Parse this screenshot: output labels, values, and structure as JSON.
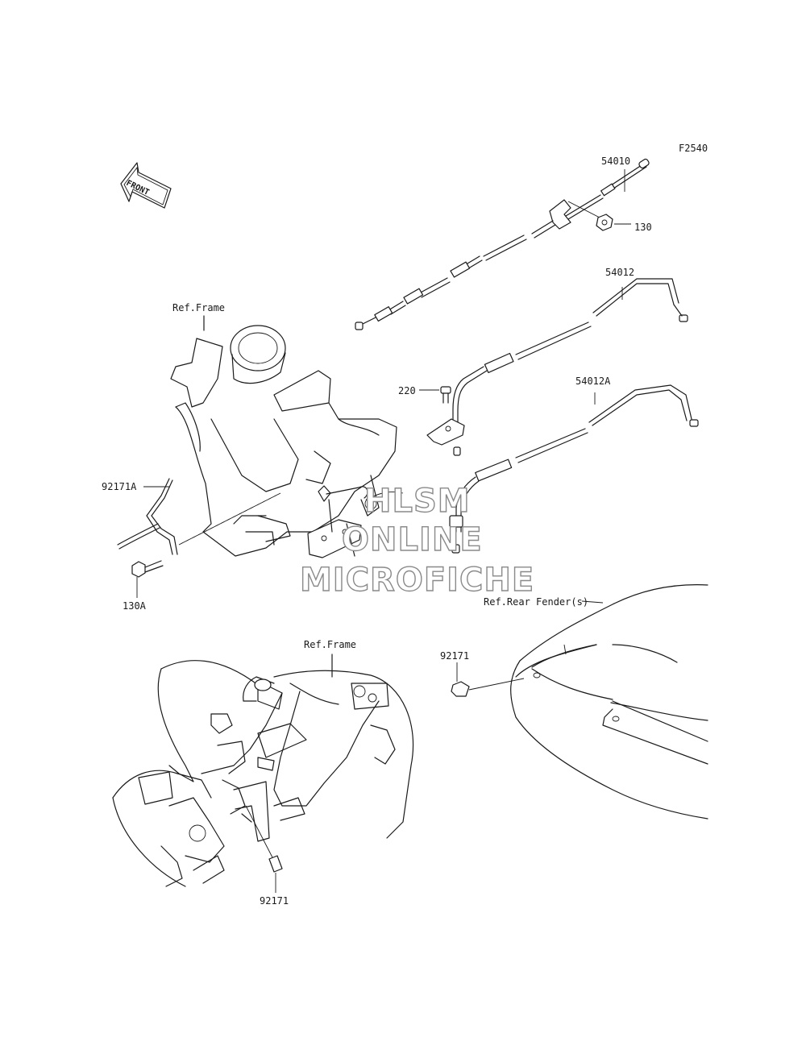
{
  "diagram_code": "F2540",
  "front_arrow_text": "FRONT",
  "labels": {
    "p54010": "54010",
    "p130": "130",
    "p54012": "54012",
    "p220": "220",
    "p54012A": "54012A",
    "p92171A": "92171A",
    "p130A": "130A",
    "ref_frame_top": "Ref.Frame",
    "ref_frame_bottom": "Ref.Frame",
    "ref_rear_fender": "Ref.Rear Fender(s)",
    "p92171_right": "92171",
    "p92171_bottom": "92171"
  },
  "watermark": {
    "line1": "HLSM",
    "line2": "ONLINE",
    "line3": "MICROFICHE"
  }
}
